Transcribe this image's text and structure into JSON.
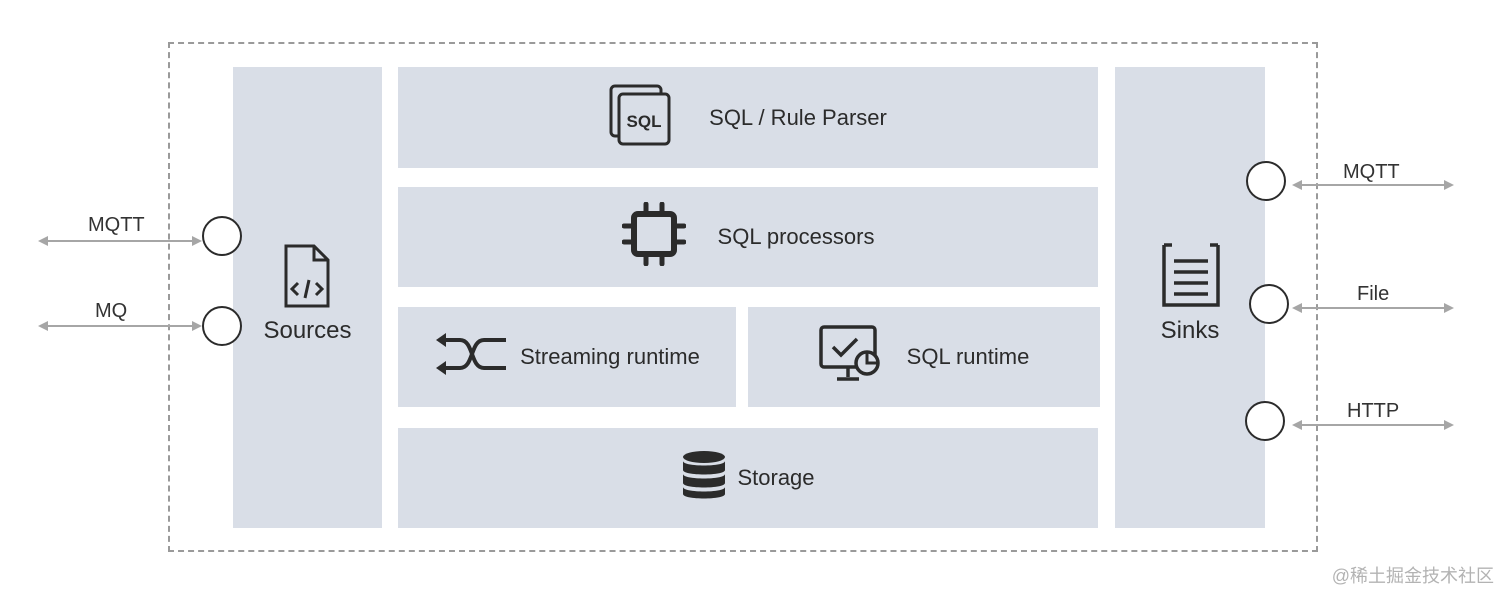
{
  "frame_style": "dashed",
  "sources": {
    "label": "Sources",
    "icon": "code-file-icon"
  },
  "sinks": {
    "label": "Sinks",
    "icon": "document-list-icon"
  },
  "layers": {
    "parser": {
      "label": "SQL / Rule Parser",
      "icon": "sql-icon"
    },
    "processors": {
      "label": "SQL processors",
      "icon": "chip-icon"
    },
    "streaming_runtime": {
      "label": "Streaming runtime",
      "icon": "shuffle-icon"
    },
    "sql_runtime": {
      "label": "SQL runtime",
      "icon": "monitor-check-icon"
    },
    "storage": {
      "label": "Storage",
      "icon": "database-icon"
    }
  },
  "inputs": [
    {
      "label": "MQTT"
    },
    {
      "label": "MQ"
    }
  ],
  "outputs": [
    {
      "label": "MQTT"
    },
    {
      "label": "File"
    },
    {
      "label": "HTTP"
    }
  ],
  "watermark": "@稀土掘金技术社区",
  "colors": {
    "panel": "#d9dee7",
    "icon": "#2b2b2b",
    "arrow": "#a6a6a6",
    "frame": "#9a9a9a"
  }
}
